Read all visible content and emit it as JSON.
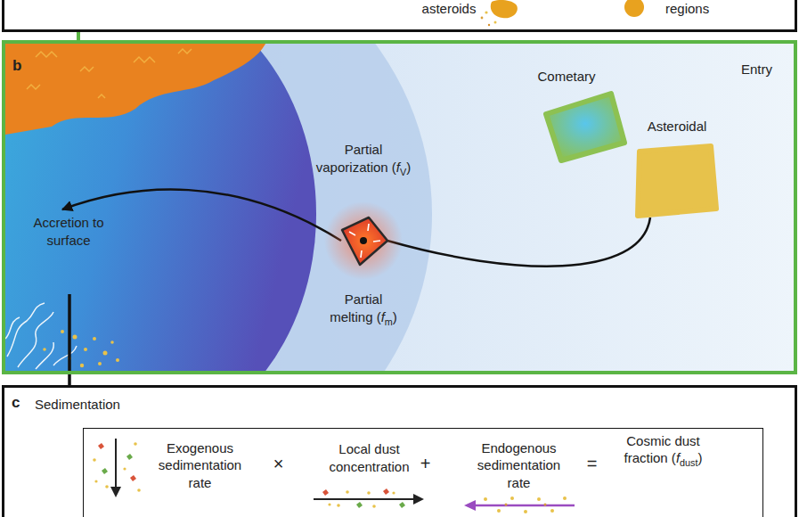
{
  "diagram": {
    "nodes": [
      {
        "text": [
          "asteroids",
          "regions"
        ]
      },
      {
        "text": [
          "b",
          "Entry"
        ]
      },
      {
        "text": [
          "Cometary"
        ],
        "in": 1
      },
      {
        "text": [
          "Asteroidal"
        ],
        "in": 1
      },
      {
        "text": [
          "Partial vaporization (fV)",
          "Partial melting (fm)"
        ],
        "in": 1
      },
      {
        "text": [
          "Accretion to surface"
        ],
        "in": 1
      },
      {
        "text": [
          "c",
          "Sedimentation"
        ]
      },
      {
        "text": [
          "Exogenous sedimentation rate",
          "×",
          "Local dust concentration",
          "+",
          "Endogenous sedimentation rate",
          "=",
          "Cosmic dust fraction (fdust)"
        ],
        "in": 6
      }
    ],
    "edges": [
      {
        "from": 0,
        "to": 1,
        "arrow": "none"
      },
      {
        "from": 3,
        "to": 4,
        "arrow": "none"
      },
      {
        "from": 4,
        "to": 5,
        "arrow": "to"
      }
    ]
  }
}
